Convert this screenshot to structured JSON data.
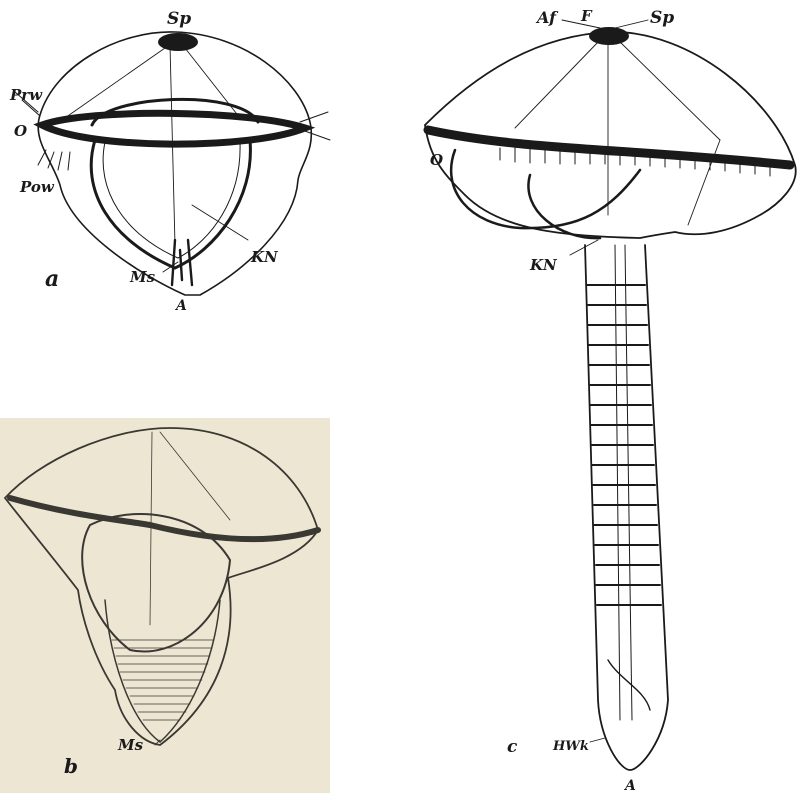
{
  "figure_a": {
    "panel_letter": "a",
    "labels": {
      "sp": "Sp",
      "prw": "Prw",
      "o": "O",
      "pow": "Pow",
      "kn": "KN",
      "ms": "Ms",
      "a": "A"
    }
  },
  "figure_b": {
    "panel_letter": "b",
    "labels": {
      "ms": "Ms"
    }
  },
  "figure_c": {
    "panel_letter": "c",
    "labels": {
      "af": "Af",
      "f": "F",
      "sp": "Sp",
      "o": "O",
      "kn": "KN",
      "hwk": "HWk",
      "a": "A"
    }
  },
  "colors": {
    "ink": "#1a1a1a",
    "paper": "#ffffff",
    "sepia_background": "#ede6d3"
  }
}
